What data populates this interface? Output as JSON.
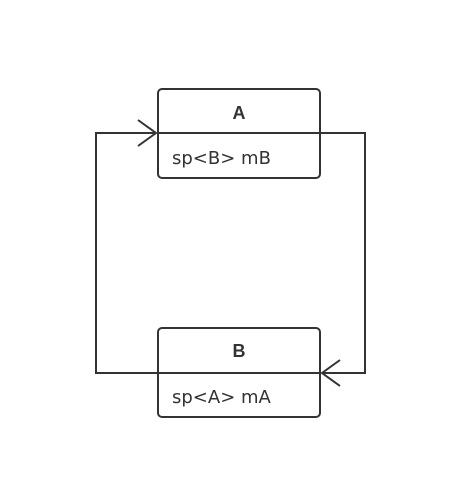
{
  "diagram": {
    "type": "uml-class-diagram",
    "classes": [
      {
        "name": "A",
        "member": "sp<B> mB"
      },
      {
        "name": "B",
        "member": "sp<A> mA"
      }
    ],
    "associations": [
      {
        "from": "A",
        "to": "B",
        "arrowhead": "open"
      },
      {
        "from": "B",
        "to": "A",
        "arrowhead": "open"
      }
    ],
    "colors": {
      "stroke": "#333333",
      "background": "#ffffff"
    }
  }
}
